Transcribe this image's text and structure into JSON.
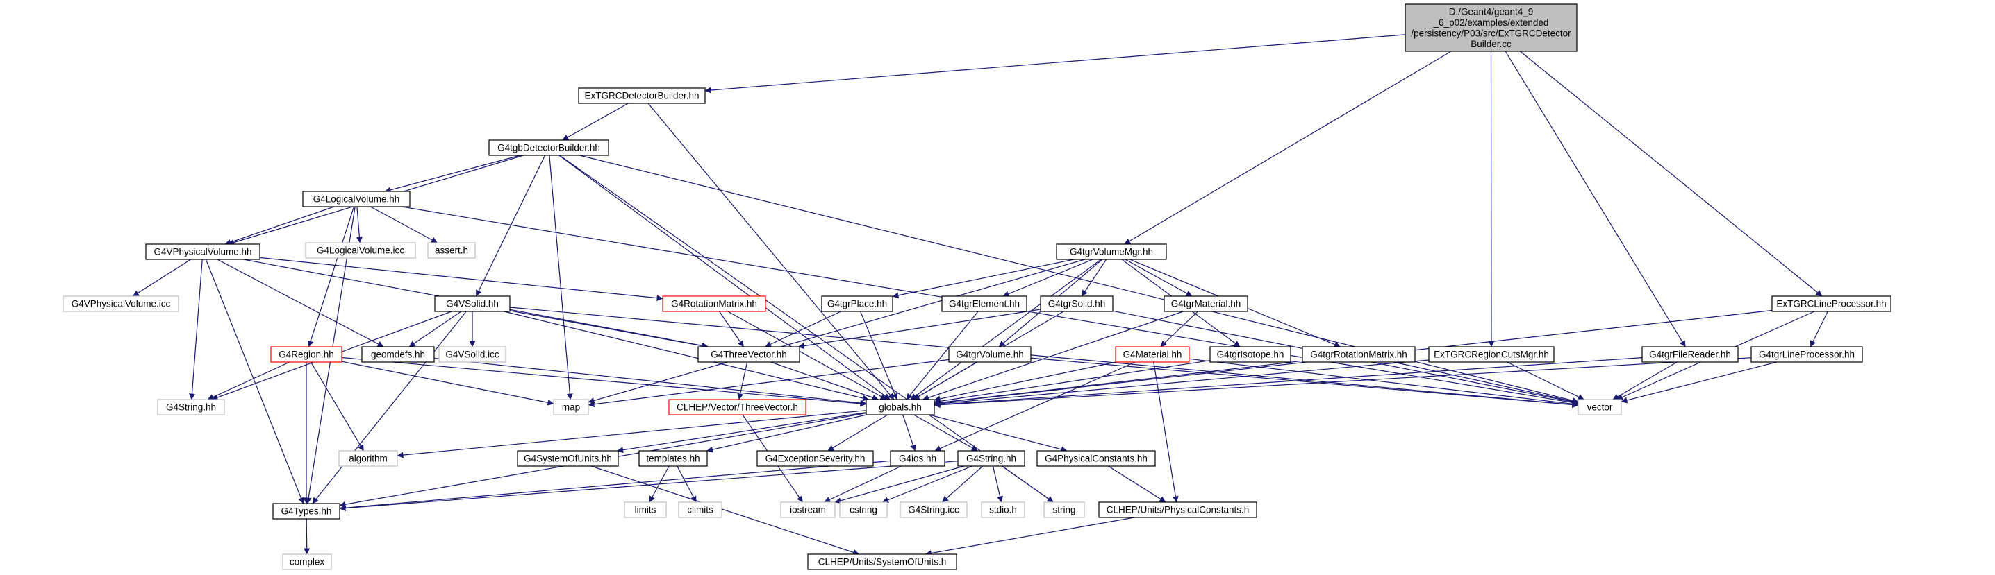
{
  "colors": {
    "edge": "#191970",
    "box_normal_border": "#000000",
    "box_system_border": "#bfbfbf",
    "box_incomplete_border": "#ff0000",
    "root_fill": "#bfbfbf",
    "text": "#000000"
  },
  "graph": {
    "nodes": [
      {
        "id": "root",
        "label": "D:/Geant4/geant4_9\n_6_p02/examples/extended\n/persistency/P03/src/ExTGRCDetector\nBuilder.cc",
        "kind": "root"
      },
      {
        "id": "ExTGRCDetectorBuilder",
        "label": "ExTGRCDetectorBuilder.hh",
        "kind": "normal"
      },
      {
        "id": "G4tgbDetectorBuilder",
        "label": "G4tgbDetectorBuilder.hh",
        "kind": "normal"
      },
      {
        "id": "G4LogicalVolume",
        "label": "G4LogicalVolume.hh",
        "kind": "normal"
      },
      {
        "id": "G4LogicalVolumeIcc",
        "label": "G4LogicalVolume.icc",
        "kind": "system"
      },
      {
        "id": "assert",
        "label": "assert.h",
        "kind": "system"
      },
      {
        "id": "G4VPhysicalVolume",
        "label": "G4VPhysicalVolume.hh",
        "kind": "normal"
      },
      {
        "id": "G4VPhysicalVolumeIcc",
        "label": "G4VPhysicalVolume.icc",
        "kind": "system"
      },
      {
        "id": "G4RotationMatrix",
        "label": "G4RotationMatrix.hh",
        "kind": "incomplete"
      },
      {
        "id": "G4VSolid",
        "label": "G4VSolid.hh",
        "kind": "normal"
      },
      {
        "id": "G4VSolidIcc",
        "label": "G4VSolid.icc",
        "kind": "system"
      },
      {
        "id": "geomdefs",
        "label": "geomdefs.hh",
        "kind": "normal"
      },
      {
        "id": "G4Region",
        "label": "G4Region.hh",
        "kind": "incomplete"
      },
      {
        "id": "G4StringHh",
        "label": "G4String.hh",
        "kind": "system"
      },
      {
        "id": "G4ThreeVector",
        "label": "G4ThreeVector.hh",
        "kind": "normal"
      },
      {
        "id": "map",
        "label": "map",
        "kind": "system"
      },
      {
        "id": "CLHEPThreeVector",
        "label": "CLHEP/Vector/ThreeVector.h",
        "kind": "incomplete"
      },
      {
        "id": "globals",
        "label": "globals.hh",
        "kind": "normal"
      },
      {
        "id": "algorithm",
        "label": "algorithm",
        "kind": "system"
      },
      {
        "id": "G4SystemOfUnits",
        "label": "G4SystemOfUnits.hh",
        "kind": "normal"
      },
      {
        "id": "templates",
        "label": "templates.hh",
        "kind": "normal"
      },
      {
        "id": "limits",
        "label": "limits",
        "kind": "system"
      },
      {
        "id": "climits",
        "label": "climits",
        "kind": "system"
      },
      {
        "id": "G4ExceptionSeverity",
        "label": "G4ExceptionSeverity.hh",
        "kind": "normal"
      },
      {
        "id": "G4ios",
        "label": "G4ios.hh",
        "kind": "normal"
      },
      {
        "id": "G4String",
        "label": "G4String.hh",
        "kind": "normal"
      },
      {
        "id": "iostream",
        "label": "iostream",
        "kind": "system"
      },
      {
        "id": "cstring",
        "label": "cstring",
        "kind": "system"
      },
      {
        "id": "G4StringIcc",
        "label": "G4String.icc",
        "kind": "system"
      },
      {
        "id": "stdio",
        "label": "stdio.h",
        "kind": "system"
      },
      {
        "id": "string",
        "label": "string",
        "kind": "system"
      },
      {
        "id": "G4Types",
        "label": "G4Types.hh",
        "kind": "normal"
      },
      {
        "id": "complex",
        "label": "complex",
        "kind": "system"
      },
      {
        "id": "G4PhysicalConstants",
        "label": "G4PhysicalConstants.hh",
        "kind": "normal"
      },
      {
        "id": "CLHEPPhysicalConstants",
        "label": "CLHEP/Units/PhysicalConstants.h",
        "kind": "normal"
      },
      {
        "id": "CLHEPSystemOfUnits",
        "label": "CLHEP/Units/SystemOfUnits.h",
        "kind": "normal"
      },
      {
        "id": "G4tgrVolumeMgr",
        "label": "G4tgrVolumeMgr.hh",
        "kind": "normal"
      },
      {
        "id": "G4tgrPlace",
        "label": "G4tgrPlace.hh",
        "kind": "normal"
      },
      {
        "id": "G4tgrElement",
        "label": "G4tgrElement.hh",
        "kind": "normal"
      },
      {
        "id": "G4tgrSolid",
        "label": "G4tgrSolid.hh",
        "kind": "normal"
      },
      {
        "id": "G4tgrMaterial",
        "label": "G4tgrMaterial.hh",
        "kind": "normal"
      },
      {
        "id": "G4tgrVolume",
        "label": "G4tgrVolume.hh",
        "kind": "normal"
      },
      {
        "id": "G4Material",
        "label": "G4Material.hh",
        "kind": "incomplete"
      },
      {
        "id": "G4tgrIsotope",
        "label": "G4tgrIsotope.hh",
        "kind": "normal"
      },
      {
        "id": "G4tgrRotationMatrix",
        "label": "G4tgrRotationMatrix.hh",
        "kind": "normal"
      },
      {
        "id": "ExTGRCRegionCutsMgr",
        "label": "ExTGRCRegionCutsMgr.hh",
        "kind": "normal"
      },
      {
        "id": "vector",
        "label": "vector",
        "kind": "system"
      },
      {
        "id": "ExTGRCLineProcessor",
        "label": "ExTGRCLineProcessor.hh",
        "kind": "normal"
      },
      {
        "id": "G4tgrFileReader",
        "label": "G4tgrFileReader.hh",
        "kind": "normal"
      },
      {
        "id": "G4tgrLineProcessor",
        "label": "G4tgrLineProcessor.hh",
        "kind": "normal"
      }
    ],
    "edges": [
      [
        "root",
        "ExTGRCDetectorBuilder"
      ],
      [
        "root",
        "G4tgrVolumeMgr"
      ],
      [
        "root",
        "ExTGRCRegionCutsMgr"
      ],
      [
        "root",
        "G4tgrFileReader"
      ],
      [
        "root",
        "ExTGRCLineProcessor"
      ],
      [
        "ExTGRCDetectorBuilder",
        "G4tgbDetectorBuilder"
      ],
      [
        "ExTGRCDetectorBuilder",
        "globals"
      ],
      [
        "G4tgbDetectorBuilder",
        "G4LogicalVolume"
      ],
      [
        "G4tgbDetectorBuilder",
        "G4VPhysicalVolume"
      ],
      [
        "G4tgbDetectorBuilder",
        "G4VSolid"
      ],
      [
        "G4tgbDetectorBuilder",
        "map"
      ],
      [
        "G4tgbDetectorBuilder",
        "globals"
      ],
      [
        "G4tgbDetectorBuilder",
        "vector"
      ],
      [
        "G4tgbDetectorBuilder",
        "string"
      ],
      [
        "G4LogicalVolume",
        "G4LogicalVolumeIcc"
      ],
      [
        "G4LogicalVolume",
        "assert"
      ],
      [
        "G4LogicalVolume",
        "G4VPhysicalVolume"
      ],
      [
        "G4LogicalVolume",
        "G4Region"
      ],
      [
        "G4LogicalVolume",
        "G4Types"
      ],
      [
        "G4LogicalVolume",
        "vector"
      ],
      [
        "G4VPhysicalVolume",
        "G4VPhysicalVolumeIcc"
      ],
      [
        "G4VPhysicalVolume",
        "G4RotationMatrix"
      ],
      [
        "G4VPhysicalVolume",
        "G4ThreeVector"
      ],
      [
        "G4VPhysicalVolume",
        "geomdefs"
      ],
      [
        "G4VPhysicalVolume",
        "G4StringHh"
      ],
      [
        "G4VPhysicalVolume",
        "G4Types"
      ],
      [
        "G4RotationMatrix",
        "G4ThreeVector"
      ],
      [
        "G4RotationMatrix",
        "globals"
      ],
      [
        "G4VSolid",
        "geomdefs"
      ],
      [
        "G4VSolid",
        "G4VSolidIcc"
      ],
      [
        "G4VSolid",
        "G4ThreeVector"
      ],
      [
        "G4VSolid",
        "G4StringHh"
      ],
      [
        "G4VSolid",
        "G4Types"
      ],
      [
        "G4VSolid",
        "globals"
      ],
      [
        "G4VSolid",
        "vector"
      ],
      [
        "geomdefs",
        "globals"
      ],
      [
        "G4Region",
        "G4StringHh"
      ],
      [
        "G4Region",
        "map"
      ],
      [
        "G4Region",
        "algorithm"
      ],
      [
        "G4Region",
        "G4Types"
      ],
      [
        "G4Region",
        "globals"
      ],
      [
        "G4ThreeVector",
        "CLHEPThreeVector"
      ],
      [
        "G4ThreeVector",
        "globals"
      ],
      [
        "CLHEPThreeVector",
        "iostream"
      ],
      [
        "globals",
        "algorithm"
      ],
      [
        "globals",
        "G4SystemOfUnits"
      ],
      [
        "globals",
        "templates"
      ],
      [
        "globals",
        "G4ExceptionSeverity"
      ],
      [
        "globals",
        "G4ios"
      ],
      [
        "globals",
        "G4String"
      ],
      [
        "globals",
        "G4PhysicalConstants"
      ],
      [
        "globals",
        "G4Types"
      ],
      [
        "G4SystemOfUnits",
        "CLHEPSystemOfUnits"
      ],
      [
        "templates",
        "limits"
      ],
      [
        "templates",
        "climits"
      ],
      [
        "G4ios",
        "iostream"
      ],
      [
        "G4ios",
        "G4Types"
      ],
      [
        "G4String",
        "iostream"
      ],
      [
        "G4String",
        "cstring"
      ],
      [
        "G4String",
        "G4StringIcc"
      ],
      [
        "G4String",
        "stdio"
      ],
      [
        "G4String",
        "string"
      ],
      [
        "G4String",
        "G4Types"
      ],
      [
        "G4Types",
        "complex"
      ],
      [
        "G4PhysicalConstants",
        "CLHEPPhysicalConstants"
      ],
      [
        "CLHEPPhysicalConstants",
        "CLHEPSystemOfUnits"
      ],
      [
        "G4tgrVolumeMgr",
        "G4tgrPlace"
      ],
      [
        "G4tgrVolumeMgr",
        "G4tgrElement"
      ],
      [
        "G4tgrVolumeMgr",
        "G4tgrSolid"
      ],
      [
        "G4tgrVolumeMgr",
        "G4tgrMaterial"
      ],
      [
        "G4tgrVolumeMgr",
        "G4tgrVolume"
      ],
      [
        "G4tgrVolumeMgr",
        "G4tgrIsotope"
      ],
      [
        "G4tgrVolumeMgr",
        "G4tgrRotationMatrix"
      ],
      [
        "G4tgrVolumeMgr",
        "globals"
      ],
      [
        "G4tgrVolumeMgr",
        "map"
      ],
      [
        "G4tgrPlace",
        "G4ThreeVector"
      ],
      [
        "G4tgrPlace",
        "globals"
      ],
      [
        "G4tgrElement",
        "globals"
      ],
      [
        "G4tgrSolid",
        "G4ThreeVector"
      ],
      [
        "G4tgrSolid",
        "globals"
      ],
      [
        "G4tgrSolid",
        "vector"
      ],
      [
        "G4tgrMaterial",
        "G4Material"
      ],
      [
        "G4tgrMaterial",
        "globals"
      ],
      [
        "G4tgrVolume",
        "globals"
      ],
      [
        "G4tgrVolume",
        "map"
      ],
      [
        "G4tgrVolume",
        "vector"
      ],
      [
        "G4Material",
        "globals"
      ],
      [
        "G4Material",
        "G4ios"
      ],
      [
        "G4Material",
        "CLHEPPhysicalConstants"
      ],
      [
        "G4Material",
        "vector"
      ],
      [
        "G4tgrIsotope",
        "globals"
      ],
      [
        "G4tgrRotationMatrix",
        "globals"
      ],
      [
        "G4tgrRotationMatrix",
        "vector"
      ],
      [
        "ExTGRCRegionCutsMgr",
        "globals"
      ],
      [
        "ExTGRCRegionCutsMgr",
        "vector"
      ],
      [
        "ExTGRCLineProcessor",
        "G4tgrLineProcessor"
      ],
      [
        "ExTGRCLineProcessor",
        "globals"
      ],
      [
        "ExTGRCLineProcessor",
        "vector"
      ],
      [
        "G4tgrFileReader",
        "globals"
      ],
      [
        "G4tgrFileReader",
        "vector"
      ],
      [
        "G4tgrLineProcessor",
        "globals"
      ],
      [
        "G4tgrLineProcessor",
        "vector"
      ]
    ]
  }
}
